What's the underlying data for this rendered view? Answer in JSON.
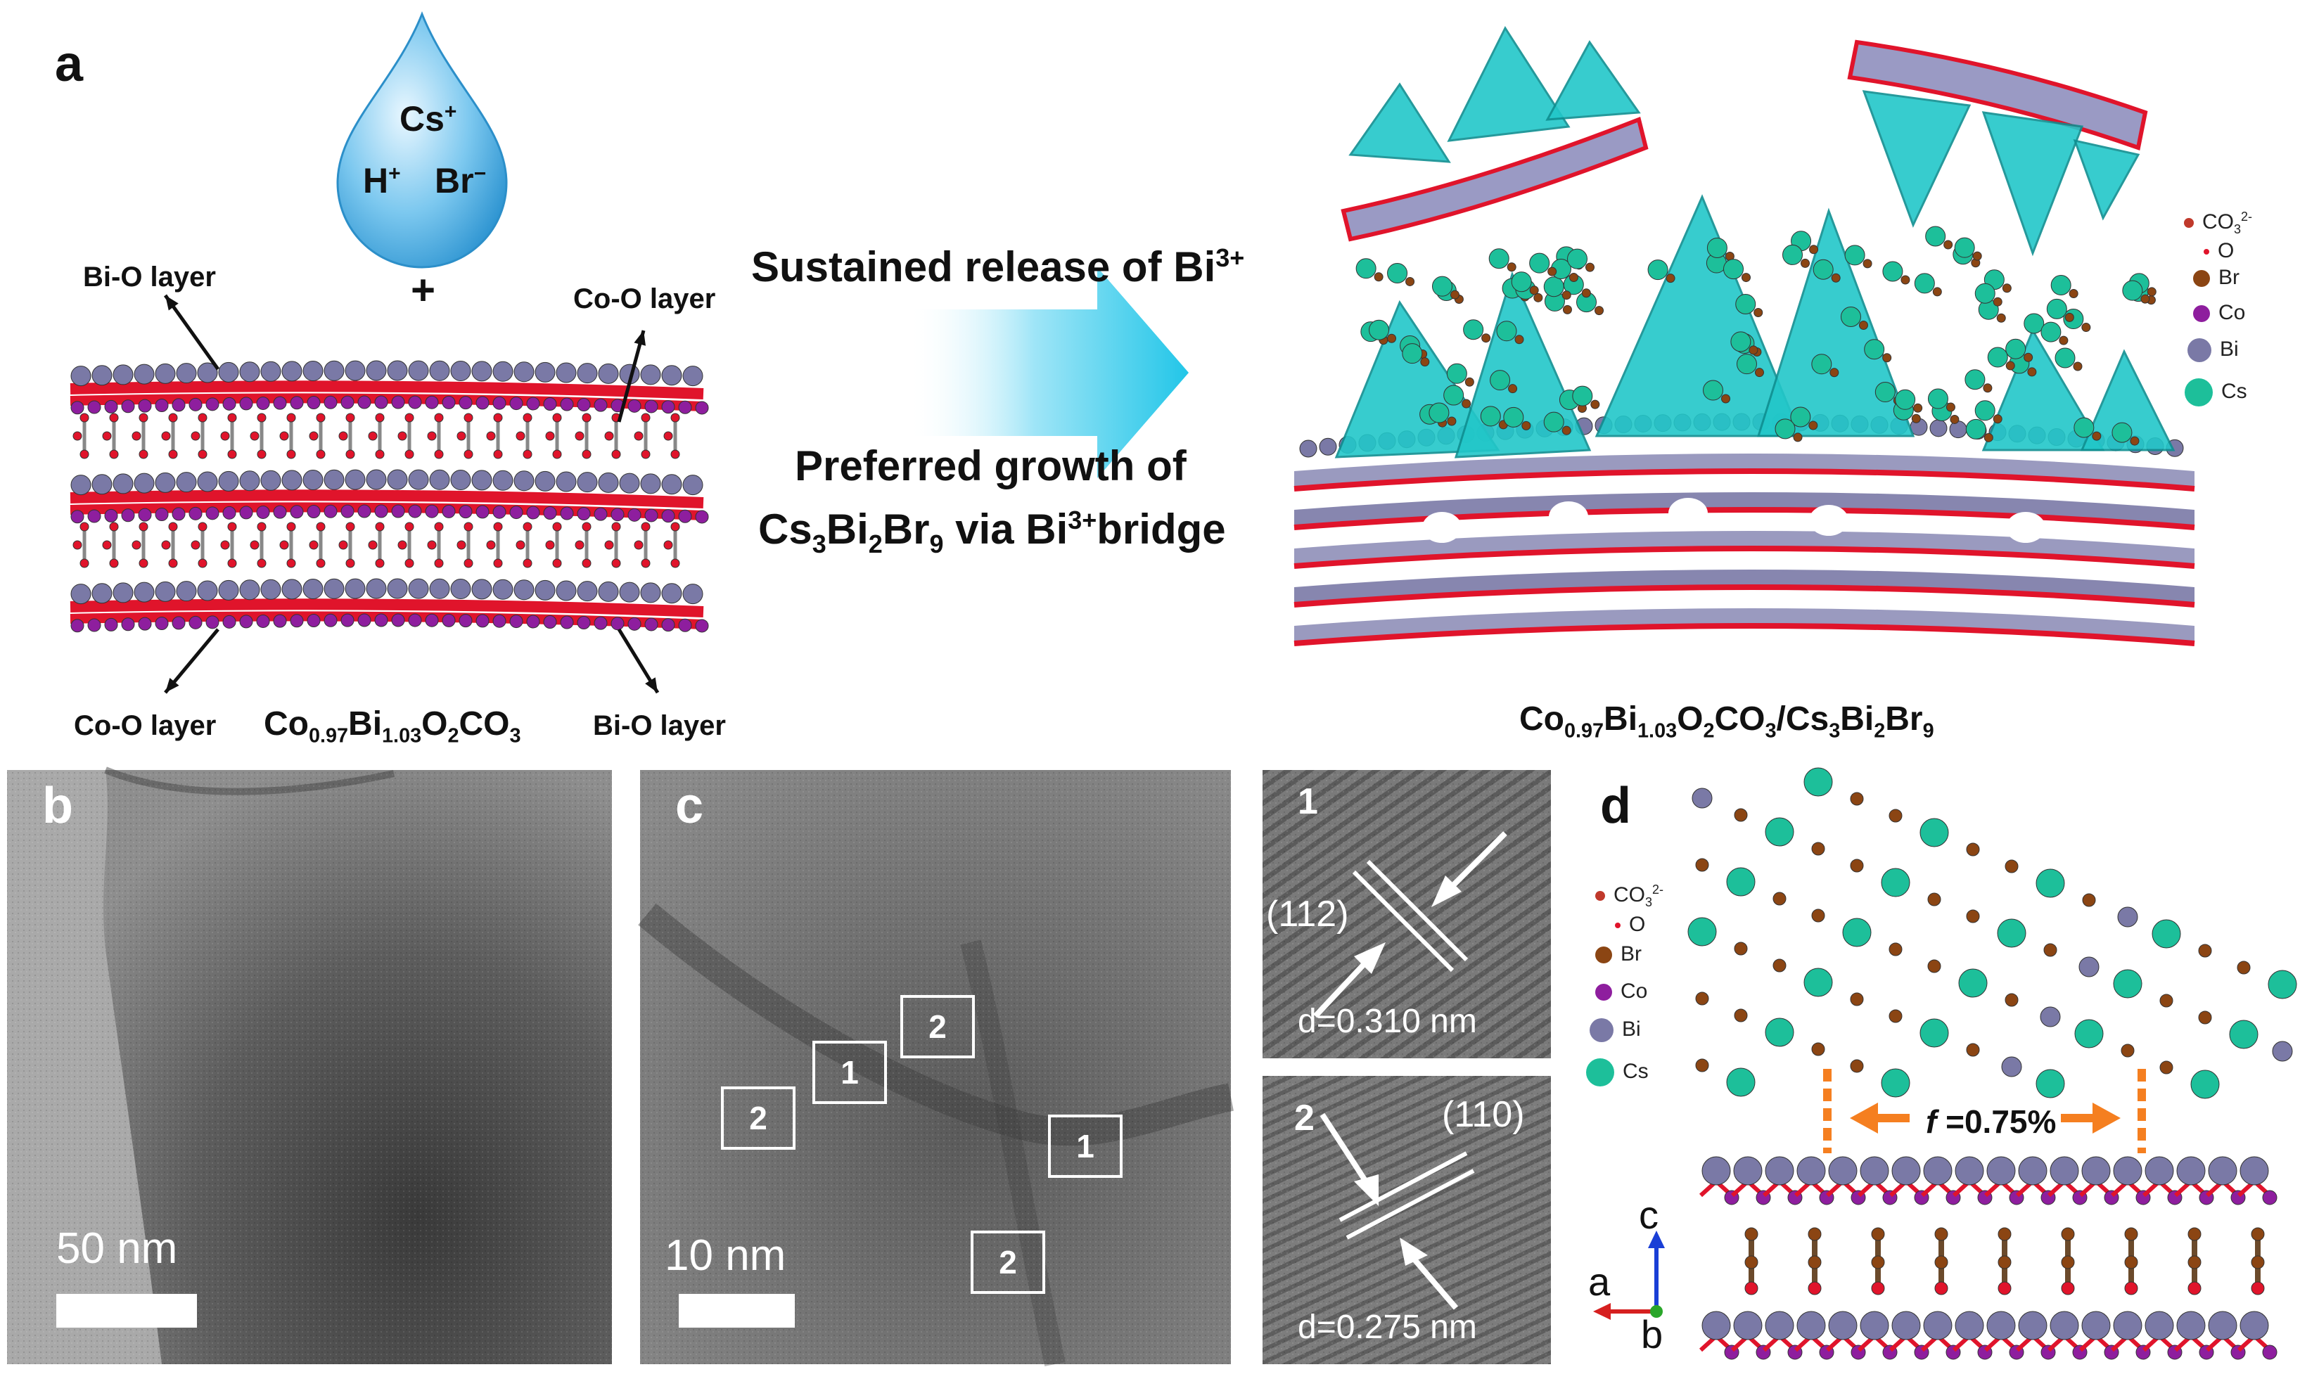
{
  "panel_labels": {
    "a": "a",
    "b": "b",
    "c": "c",
    "d": "d"
  },
  "panel_a": {
    "droplet_ions": {
      "cation": "Cs",
      "cation_charge": "+",
      "proton": "H",
      "proton_charge": "+",
      "anion": "Br",
      "anion_charge": "−"
    },
    "plus_sign": "+",
    "left_material": {
      "label_top_left": "Bi-O layer",
      "label_top_right": "Co-O layer",
      "label_bottom_left": "Co-O layer",
      "label_bottom_right": "Bi-O layer",
      "formula": {
        "co": "Co",
        "co_sub": "0.97",
        "bi": "Bi",
        "bi_sub": "1.03",
        "o": "O",
        "o_sub": "2",
        "co3": "CO",
        "co3_sub": "3"
      }
    },
    "arrow_text_top": {
      "main": "Sustained release of Bi",
      "sup": "3+"
    },
    "arrow_text_bottom_line1": "Preferred growth of",
    "arrow_text_bottom_line2": {
      "cs": "Cs",
      "cs_sub": "3",
      "bi": "Bi",
      "bi_sub": "2",
      "br": "Br",
      "br_sub": "9",
      "rest": " via Bi",
      "rest_sup": "3+",
      "tail": "bridge"
    },
    "right_material_formula": {
      "co": "Co",
      "co_sub": "0.97",
      "bi": "Bi",
      "bi_sub": "1.03",
      "o": "O",
      "o_sub": "2",
      "co3": "CO",
      "co3_sub": "3",
      "slash": "/",
      "cs": "Cs",
      "cs_sub": "3",
      "bi2": "Bi",
      "bi2_sub": "2",
      "br": "Br",
      "br_sub": "9"
    },
    "legend": [
      {
        "label": "CO",
        "sub": "3",
        "sup": "2-",
        "color": "#c0392b",
        "icon": "carbonate-icon"
      },
      {
        "label": "O",
        "color": "#e0142b",
        "icon": "oxygen-atom-icon"
      },
      {
        "label": "Br",
        "color": "#8b4513",
        "icon": "bromine-atom-icon"
      },
      {
        "label": "Co",
        "color": "#8e1e9e",
        "icon": "cobalt-atom-icon"
      },
      {
        "label": "Bi",
        "color": "#7a79a6",
        "icon": "bismuth-atom-icon"
      },
      {
        "label": "Cs",
        "color": "#1dbf9a",
        "icon": "cesium-atom-icon"
      }
    ]
  },
  "panel_b": {
    "scale_bar": "50 nm"
  },
  "panel_c": {
    "scale_bar": "10 nm",
    "regions": [
      "2",
      "1",
      "2",
      "1",
      "2"
    ]
  },
  "inset_1": {
    "index": "1",
    "plane": "(112)",
    "spacing": "d=0.310 nm"
  },
  "inset_2": {
    "index": "2",
    "plane": "(110)",
    "spacing": "d=0.275 nm"
  },
  "panel_d": {
    "mismatch": {
      "symbol": "f",
      "value": " =0.75%"
    },
    "axes": {
      "c": "c",
      "a": "a",
      "b": "b"
    },
    "legend": [
      {
        "label": "CO",
        "sub": "3",
        "sup": "2-",
        "color": "#c0392b",
        "icon": "carbonate-icon"
      },
      {
        "label": "O",
        "color": "#e0142b",
        "icon": "oxygen-atom-icon"
      },
      {
        "label": "Br",
        "color": "#8b4513",
        "icon": "bromine-atom-icon"
      },
      {
        "label": "Co",
        "color": "#8e1e9e",
        "icon": "cobalt-atom-icon"
      },
      {
        "label": "Bi",
        "color": "#7a79a6",
        "icon": "bismuth-atom-icon"
      },
      {
        "label": "Cs",
        "color": "#1dbf9a",
        "icon": "cesium-atom-icon"
      }
    ]
  },
  "colors": {
    "oxygen": "#e0142b",
    "bismuth": "#7a79a6",
    "cobalt": "#8e1e9e",
    "bromine": "#8b4513",
    "cesium": "#1dbf9a",
    "perovskite_cyan": "#22c7c9",
    "arrow_cyan": "#22c6e8",
    "droplet_blue": "#3aa9df",
    "tem_gray": "#6b6b6b",
    "mismatch_orange": "#f57f20"
  }
}
